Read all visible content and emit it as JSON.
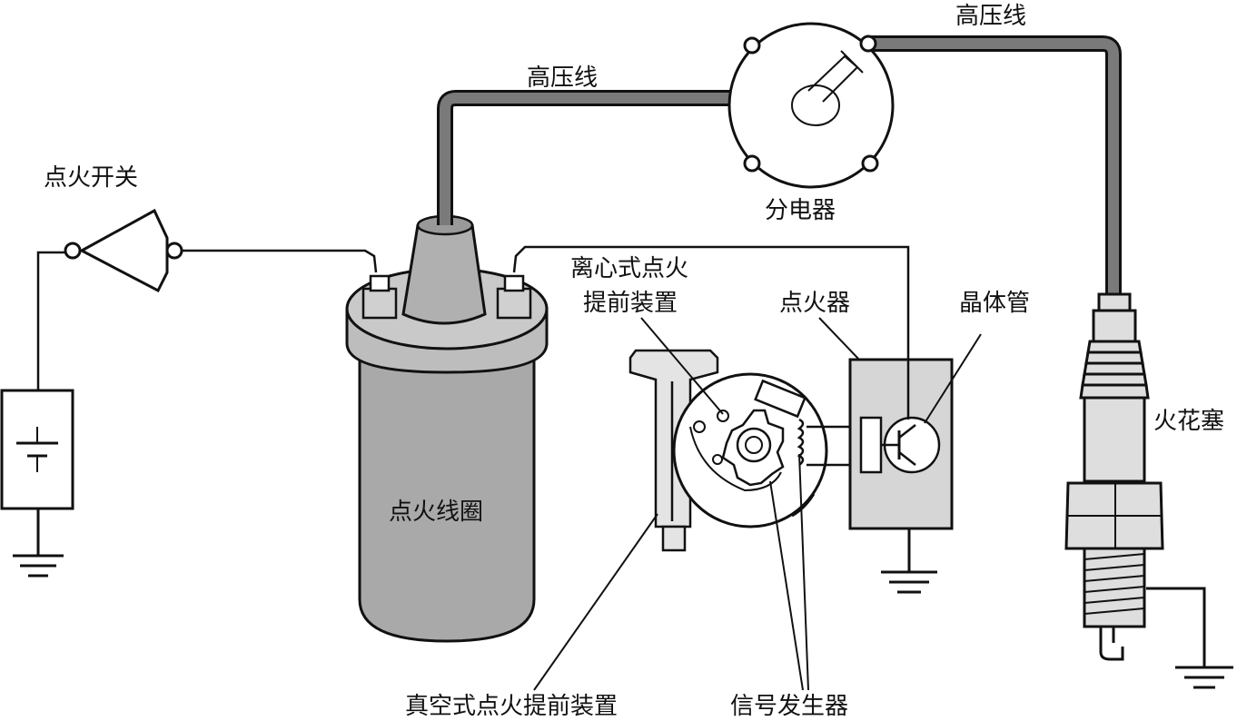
{
  "labels": {
    "hv_wire_top": "高压线",
    "hv_wire_left": "高压线",
    "distributor": "分电器",
    "ignition_switch": "点火开关",
    "centrifugal_advance_line1": "离心式点火",
    "centrifugal_advance_line2": "提前装置",
    "igniter": "点火器",
    "transistor": "晶体管",
    "spark_plug": "火花塞",
    "ignition_coil": "点火线圈",
    "vacuum_advance": "真空式点火提前装置",
    "signal_generator": "信号发生器"
  },
  "colors": {
    "line": "#111111",
    "coil_fill": "#a9a9a9",
    "coil_top": "#bdbdbd",
    "hv_wire": "#7a7a7a",
    "igniter_fill": "#d6d6d6",
    "part_fill": "#e4e4e4",
    "plug_fill": "#dedede"
  }
}
